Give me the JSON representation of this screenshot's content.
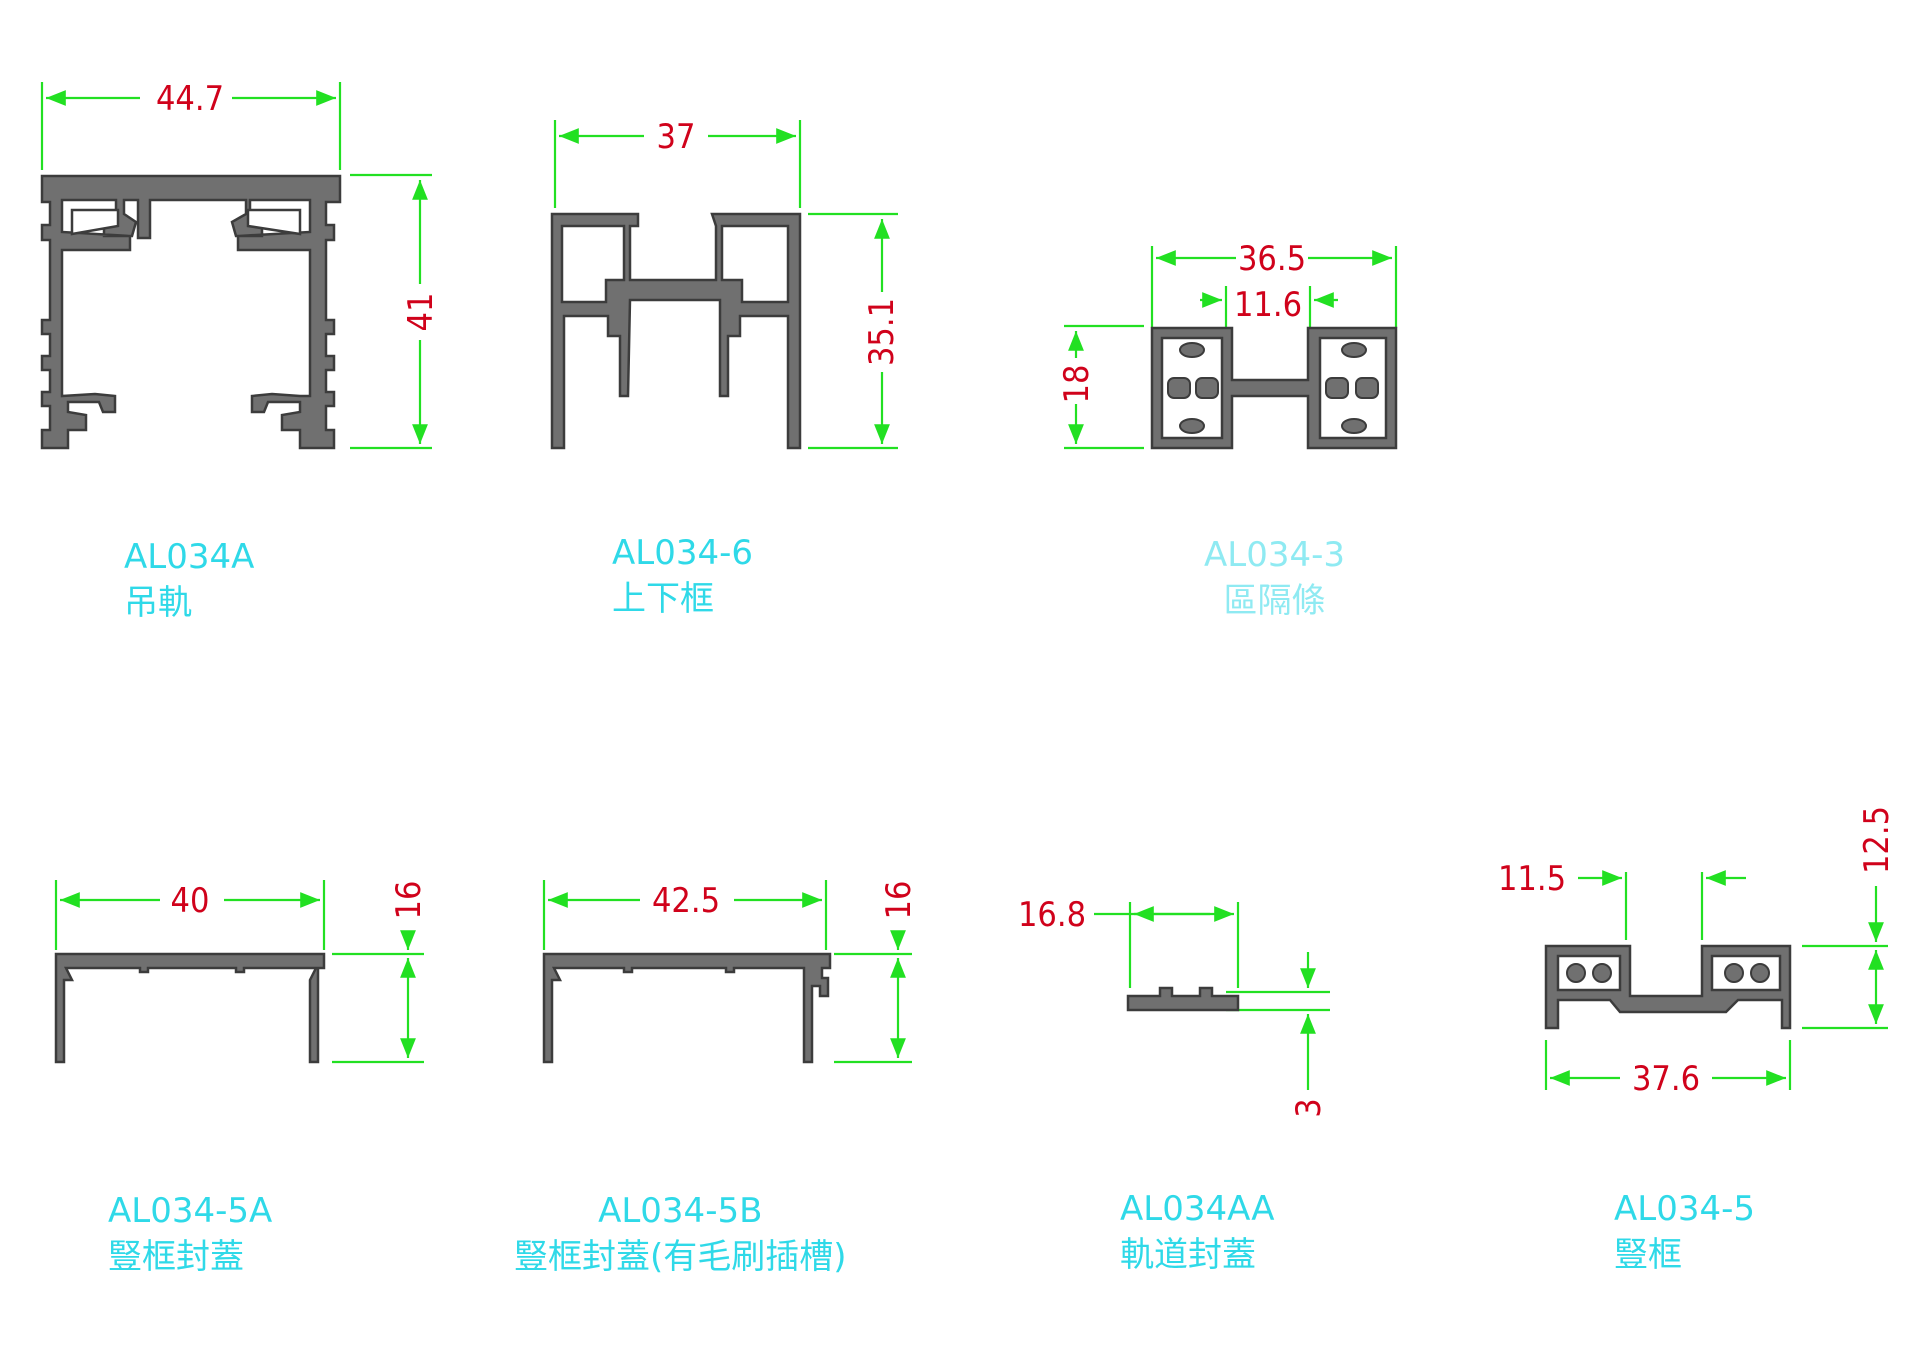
{
  "profiles": [
    {
      "code": "AL034A",
      "name": "吊軌",
      "dims": {
        "width": "44.7",
        "height": "41"
      }
    },
    {
      "code": "AL034-6",
      "name": "上下框",
      "dims": {
        "width": "37",
        "height": "35.1"
      }
    },
    {
      "code": "AL034-3",
      "name": "區隔條",
      "dims": {
        "width": "36.5",
        "inner": "11.6",
        "height": "18"
      }
    },
    {
      "code": "AL034-5A",
      "name": "豎框封蓋",
      "dims": {
        "width": "40",
        "height": "16"
      }
    },
    {
      "code": "AL034-5B",
      "name": "豎框封蓋(有毛刷插槽)",
      "dims": {
        "width": "42.5",
        "height": "16"
      }
    },
    {
      "code": "AL034AA",
      "name": "軌道封蓋",
      "dims": {
        "width": "16.8",
        "height": "3"
      }
    },
    {
      "code": "AL034-5",
      "name": "豎框",
      "dims": {
        "slot": "11.5",
        "height": "12.5",
        "width": "37.6"
      }
    }
  ],
  "colors": {
    "dimension_text": "#d0021b",
    "dimension_line": "#22e022",
    "profile_fill": "#707070",
    "label_text": "#2fd9e8"
  }
}
